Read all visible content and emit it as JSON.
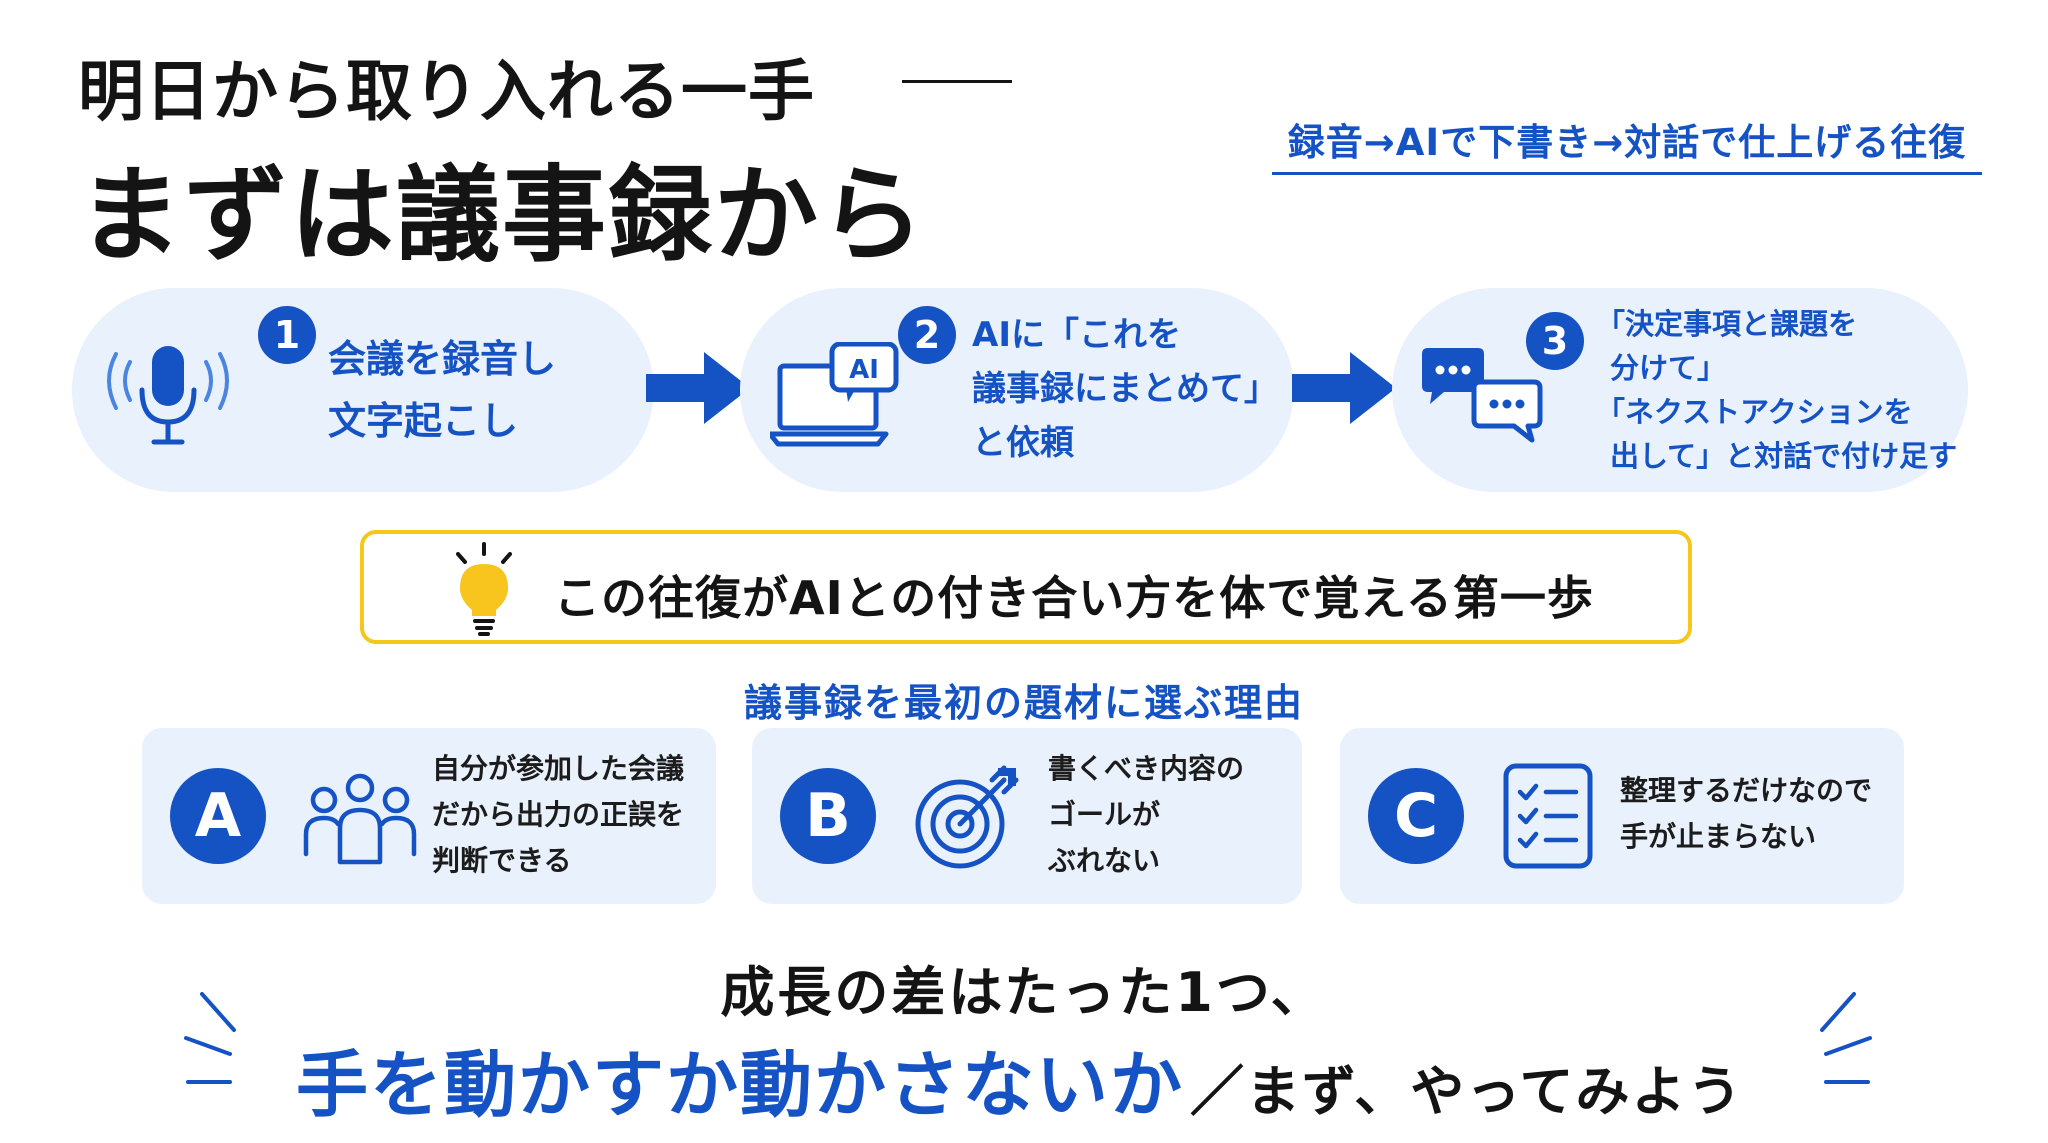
{
  "header": {
    "title_line1": "明日から取り入れる一手",
    "title_line2": "まずは議事録から",
    "subtitle": "録音→AIで下書き→対話で仕上げる往復"
  },
  "steps": [
    {
      "number": "1",
      "lines": [
        "会議を録音し",
        "文字起こし"
      ],
      "icon": "microphone-icon"
    },
    {
      "number": "2",
      "lines": [
        "AIに「これを",
        "議事録にまとめて」",
        "と依頼"
      ],
      "icon": "laptop-ai-icon",
      "icon_label": "AI"
    },
    {
      "number": "3",
      "lines": [
        "「決定事項と課題を",
        "分けて」",
        "「ネクストアクションを",
        "出して」と対話で付け足す"
      ],
      "icon": "chat-bubbles-icon"
    }
  ],
  "highlight": {
    "text": "この往復がAIとの付き合い方を体で覚える第一歩",
    "icon": "lightbulb-icon"
  },
  "reasons": {
    "heading": "議事録を最初の題材に選ぶ理由",
    "items": [
      {
        "letter": "A",
        "lines": [
          "自分が参加した会議",
          "だから出力の正誤を",
          "判断できる"
        ],
        "icon": "people-icon"
      },
      {
        "letter": "B",
        "lines": [
          "書くべき内容の",
          "ゴールが",
          "ぶれない"
        ],
        "icon": "target-icon"
      },
      {
        "letter": "C",
        "lines": [
          "整理するだけなので",
          "手が止まらない"
        ],
        "icon": "checklist-icon"
      }
    ]
  },
  "closing": {
    "line1": "成長の差はたった1つ、",
    "line2_emphasis": "手を動かすか動かさないか",
    "line2_rest": "／まず、やってみよう"
  },
  "colors": {
    "accent": "#1553c5",
    "panel": "#e9f1fc",
    "highlight_border": "#f3c81a",
    "text": "#141414"
  }
}
